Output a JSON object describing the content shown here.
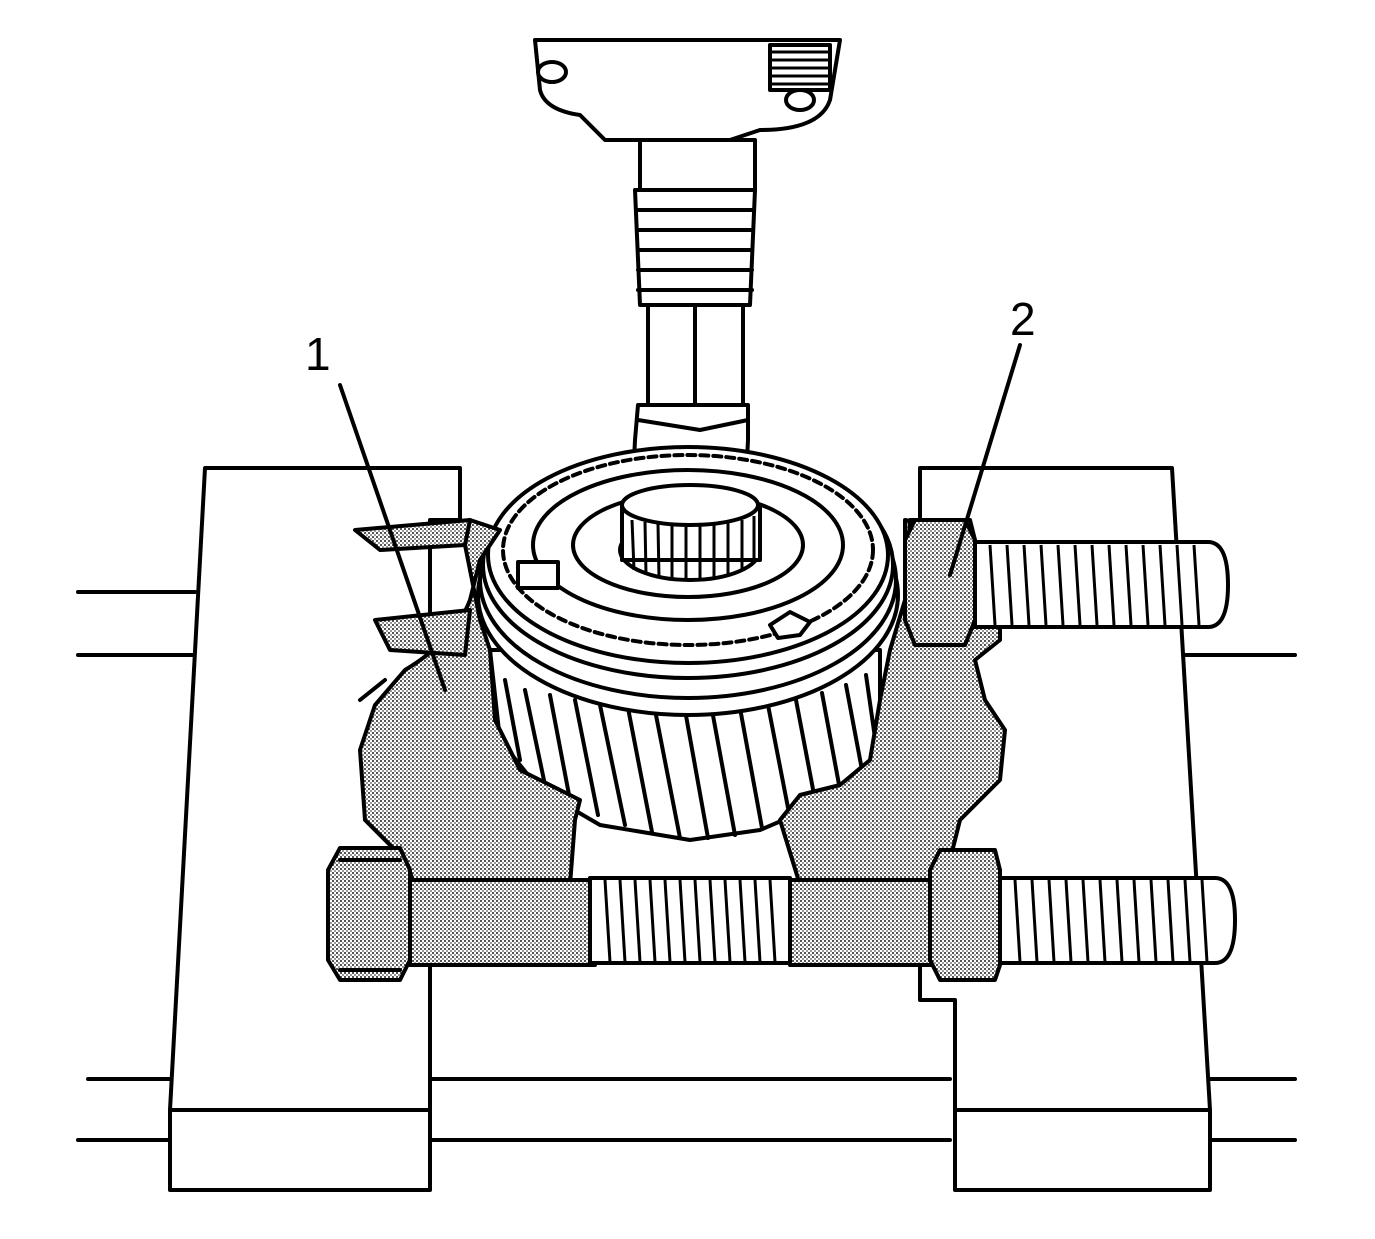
{
  "callouts": [
    {
      "id": "1",
      "label": "1"
    },
    {
      "id": "2",
      "label": "2"
    }
  ],
  "colors": {
    "line": "#000000",
    "background": "#ffffff",
    "stipple": "#777777"
  }
}
